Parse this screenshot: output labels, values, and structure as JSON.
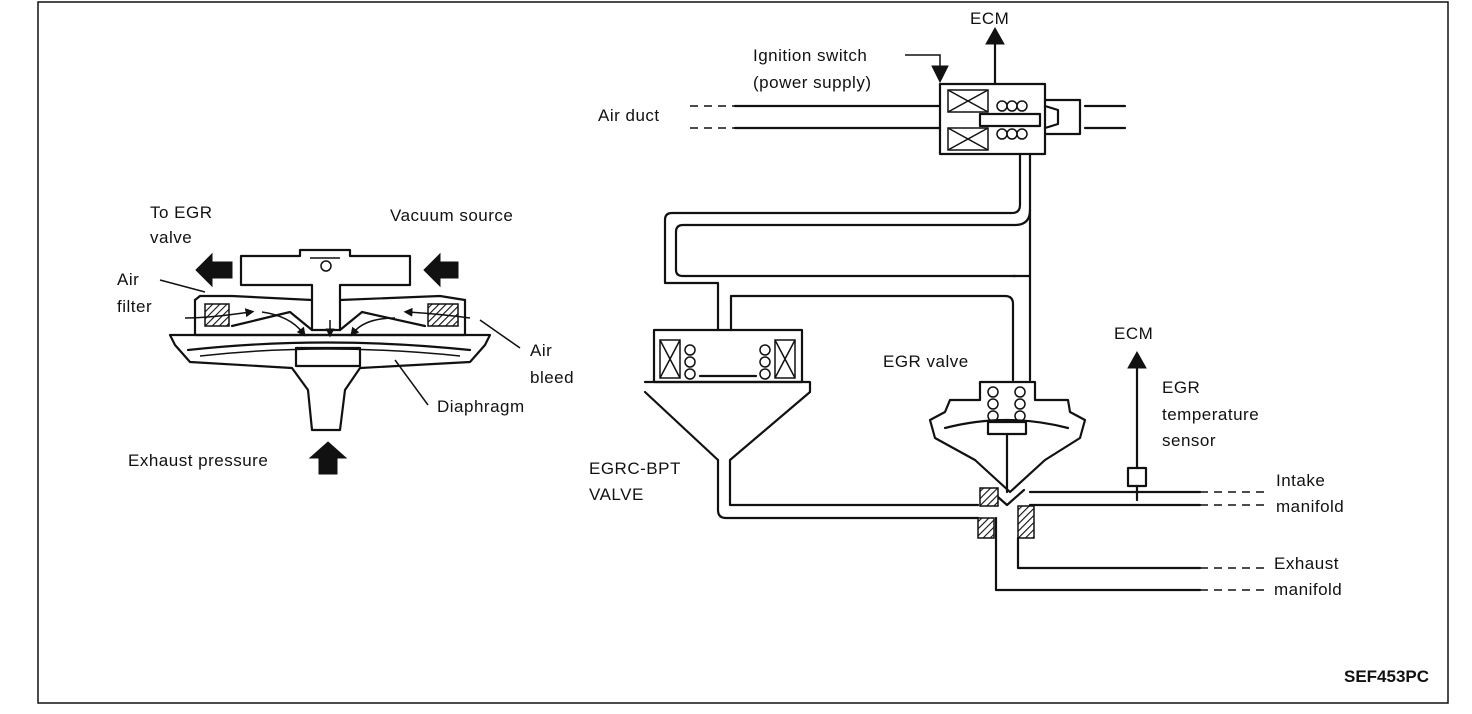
{
  "labels": {
    "to_egr_line1": "To EGR",
    "to_egr_line2": "valve",
    "vacuum_source": "Vacuum source",
    "air_filter_line1": "Air",
    "air_filter_line2": "filter",
    "air_bleed_line1": "Air",
    "air_bleed_line2": "bleed",
    "diaphragm": "Diaphragm",
    "exhaust_pressure": "Exhaust pressure",
    "ignition_line1": "Ignition switch",
    "ignition_line2": "(power supply)",
    "ecm_top": "ECM",
    "air_duct": "Air duct",
    "egrc_line1": "EGRC-BPT",
    "egrc_line2": "VALVE",
    "egr_valve": "EGR valve",
    "ecm_right": "ECM",
    "egr_temp_line1": "EGR",
    "egr_temp_line2": "temperature",
    "egr_temp_line3": "sensor",
    "intake_line1": "Intake",
    "intake_line2": "manifold",
    "exhaust_line1": "Exhaust",
    "exhaust_line2": "manifold",
    "figure_code": "SEF453PC"
  }
}
